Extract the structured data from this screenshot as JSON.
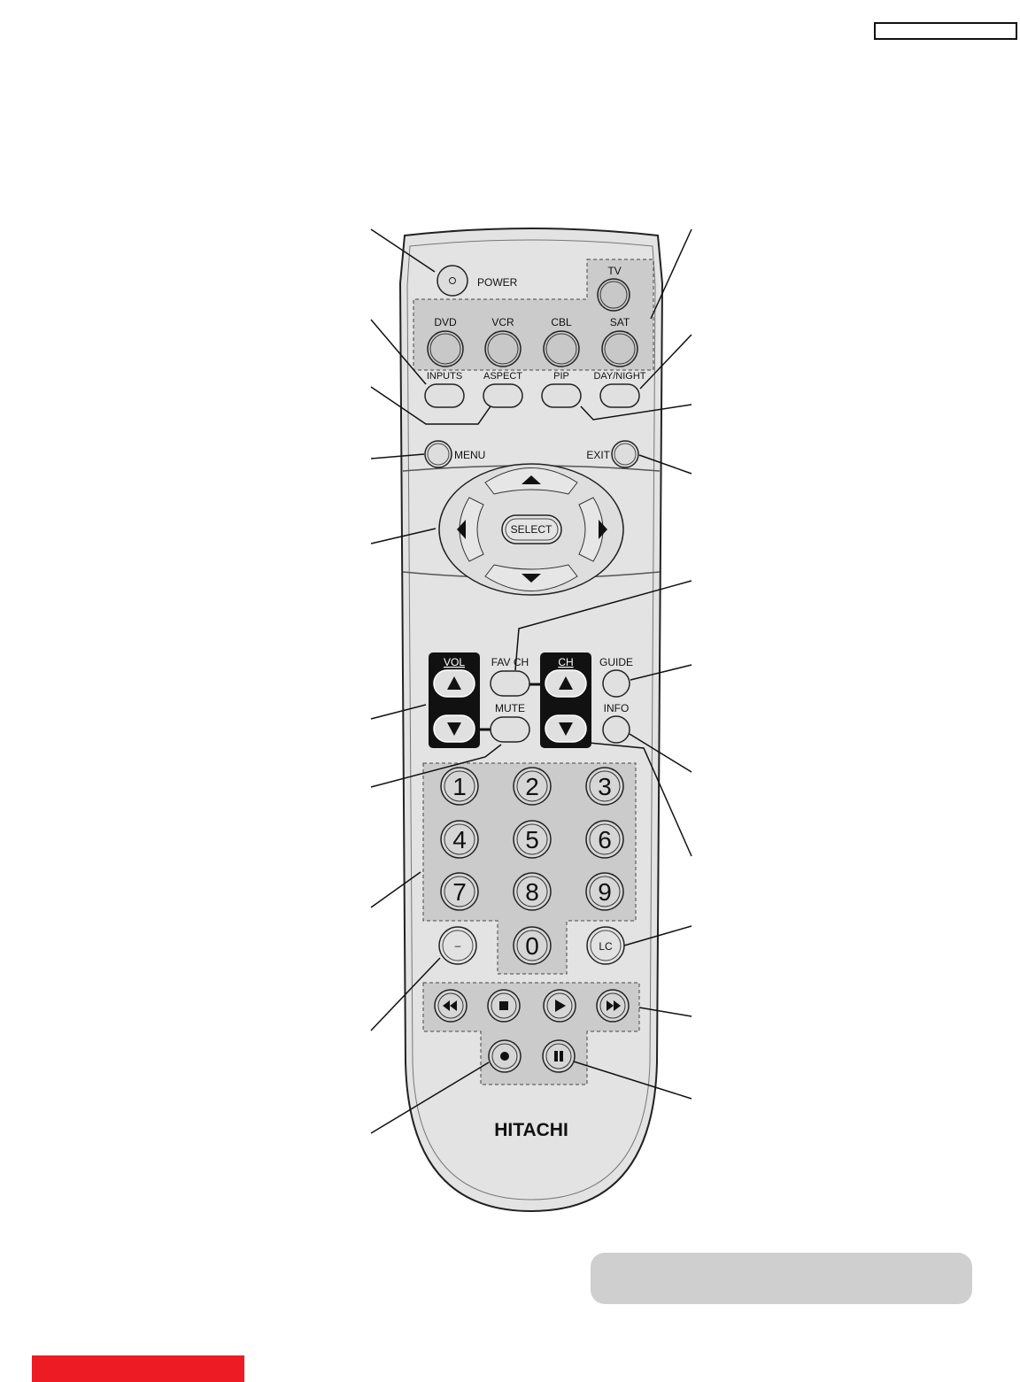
{
  "brand": "HITACHI",
  "colors": {
    "body": "#e3e3e3",
    "key": "#d0d0d0",
    "zone": "#cbcbcb",
    "dark": "#111111",
    "red": "#ed1c24",
    "greybar": "#cfcfcf"
  },
  "buttons": {
    "power": "POWER",
    "tv": "TV",
    "dvd": "DVD",
    "vcr": "VCR",
    "cbl": "CBL",
    "sat": "SAT",
    "inputs": "INPUTS",
    "aspect": "ASPECT",
    "pip": "PIP",
    "day_night": "DAY/NIGHT",
    "menu": "MENU",
    "exit": "EXIT",
    "select": "SELECT",
    "vol": "VOL",
    "fav_ch": "FAV CH",
    "ch": "CH",
    "guide": "GUIDE",
    "mute": "MUTE",
    "info": "INFO",
    "dash": "–",
    "lc": "LC"
  },
  "numbers": [
    "1",
    "2",
    "3",
    "4",
    "5",
    "6",
    "7",
    "8",
    "9",
    "0"
  ],
  "icons": {
    "nav_up": "triangle-up-icon",
    "nav_down": "triangle-down-icon",
    "nav_left": "triangle-left-icon",
    "nav_right": "triangle-right-icon",
    "rewind": "rewind-icon",
    "stop": "stop-icon",
    "play": "play-icon",
    "fast_forward": "fast-forward-icon",
    "record": "record-icon",
    "pause": "pause-icon"
  }
}
